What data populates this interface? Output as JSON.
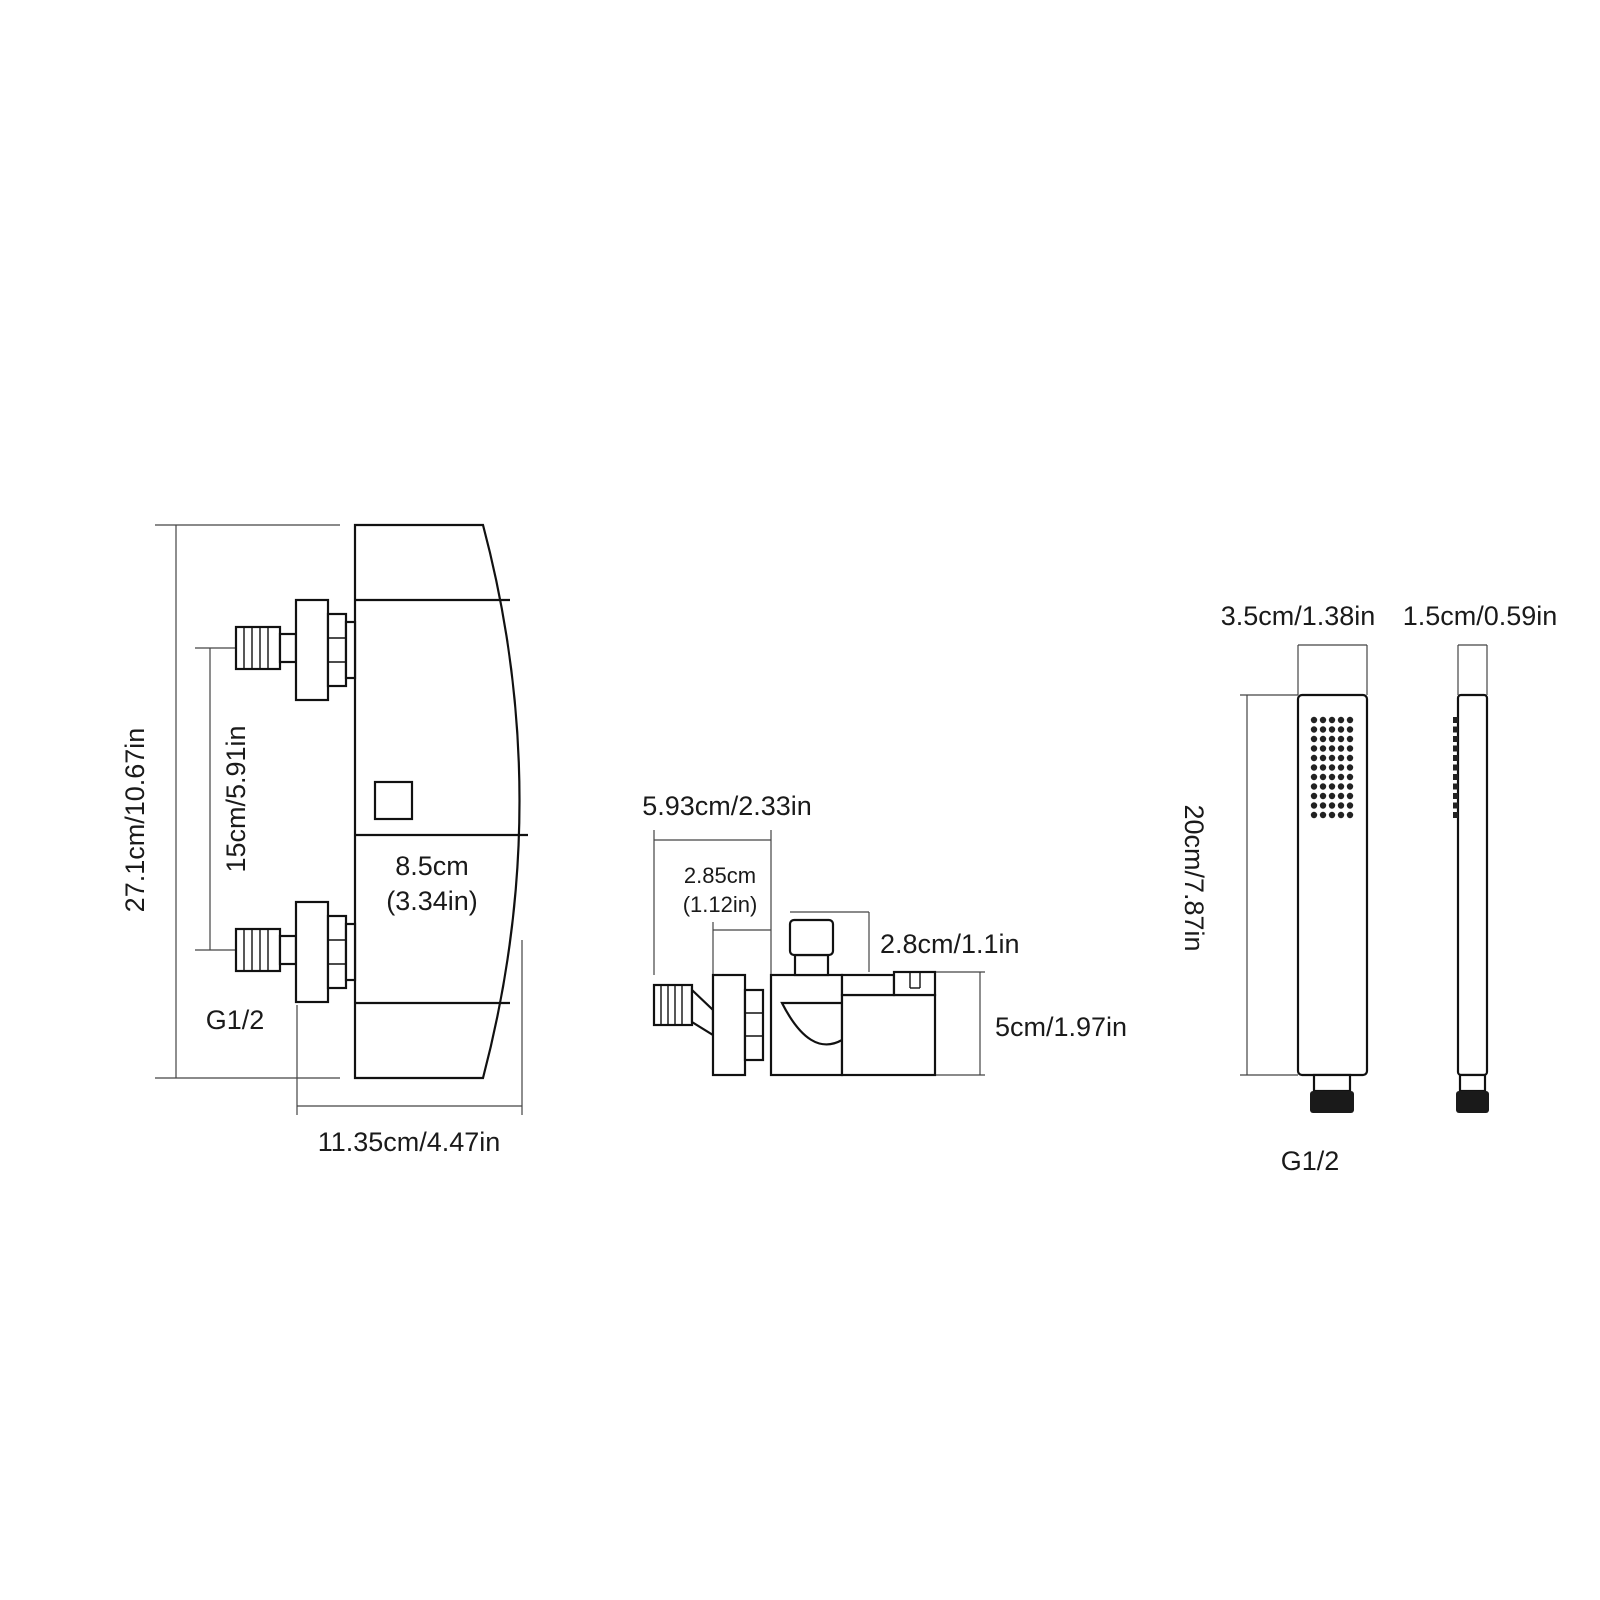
{
  "mixer_front": {
    "height_label": "27.1cm/10.67in",
    "spacing_label": "15cm/5.91in",
    "body_width_cm": "8.5cm",
    "body_width_in": "(3.34in)",
    "depth_label": "11.35cm/4.47in",
    "thread_label": "G1/2"
  },
  "mixer_side": {
    "length_label": "5.93cm/2.33in",
    "inlet_cm": "2.85cm",
    "inlet_in": "(1.12in)",
    "holder_label": "2.8cm/1.1in",
    "height_label": "5cm/1.97in"
  },
  "hand_shower": {
    "width_label": "3.5cm/1.38in",
    "thickness_label": "1.5cm/0.59in",
    "length_label": "20cm/7.87in",
    "thread_label": "G1/2"
  }
}
